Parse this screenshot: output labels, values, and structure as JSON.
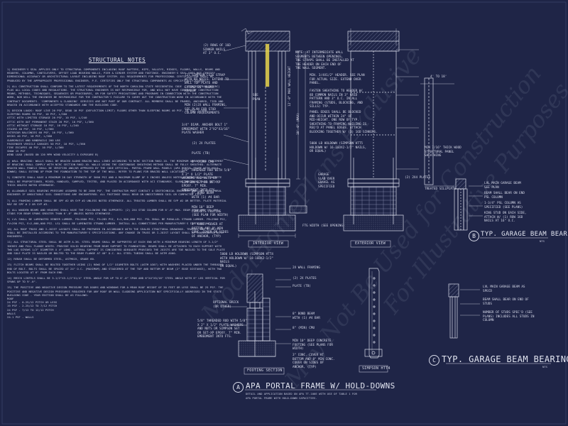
{
  "notes": {
    "title": "STRUCTURAL NOTES",
    "items": [
      "1) ENGINEER'S SEAL APPLIES ONLY TO STRUCTURAL COMPONENTS INCLUDING ROOF RAFTERS, HIPS, VALLEYS, RIDGES, FLOORS, WALLS, BEAMS AND HEADERS, COLUMNS, CANTILEVERS, OFFSET LOAD BEARING WALLS, PIER & GIRDER SYSTEM AND FOOTINGS. ENGINEER'S SEAL DOES NOT CERTIFY DIMENSIONAL ACCURACY OR ARCHITECTURAL LAYOUT INCLUDING ROOF SYSTEM. ALL REQUIREMENTS FOR PROFESSIONAL CERTIFICATION SHALL BE PRODUCED BY THE APPROPRIATE PROFESSIONAL ENGINEER, P.E. CERTIFIES ONLY THE STRUCTURAL COMPONENTS AS SPECIFICALLY STATED.",
      "2) ALL CONSTRUCTION SHALL CONFORM TO THE LATEST REQUIREMENTS OF THE NORTH CAROLINA STATE RESIDENTIAL CODE - YEAR EDITION (NCSRC) PLUS ALL LOCAL CODES AND REGULATIONS. THE STRUCTURAL ENGINEER IS NOT RESPONSIBLE FOR, AND WILL NOT HAVE CONTROL OF CONSTRUCTION MEANS, METHODS, TECHNIQUES, SEQUENCES OR PROCEDURES, OR FOR SAFETY PRECAUTIONS AND PROGRAMS IN CONNECTION WITH THE CONSTRUCTION WORK, NOR WILL THE ENGINEER BE RESPONSIBLE FOR THE CONTRACTOR'S FAILURE TO CARRY OUT THE CONSTRUCTION WORK IN ACCORDANCE WITH THE CONTRACT DOCUMENTS. 'COMPONENTS & CLADDING' SERVICES ARE NOT PART OF OUR CONTRACT. ALL MEMBERS SHALL BE FRAMED, ANCHORED, TIED AND BRACED IN ACCORDANCE WITH ACCEPTED STANDARDS AND THE BUILDING CODE.",
      "3) DESIGN LOADS: ROOF LIVE 20 PSF, DEAD 10 PSF (DEFLECTION LIMIT) FLOORS OTHER THAN SLEEPING ROOMS 40 PSF, 10 PSF, L/360\nSLEEPING ROOMS 30 PSF, 10 PSF, L/360\nATTIC WITH LIMITED STORAGE 20 PSF, 10 PSF, L/240\nATTIC WITH OUT PERMANENT STAIR 20 PSF, 10 PSF, L/360\nATTIC WITHOUT STORAGE 10 PSF, 10 PSF, L/240\nSTAIRS 40 PSF, 10 PSF, L/360\nEXTERIOR BALCONIES 60 PSF, 10 PSF, L/360\nDECKS 40 PSF, 10 PSF, L/360\nGUARDRAILS AND HANDRAILS 200 LBS\nPASSENGER VEHICLE GARAGES 50 PSF, 10 PSF, L/360\nFIRE ESCAPES 40 PSF, 10 PSF, L/360\nSNOW 15 PSF\nWIND LOAD (BASED ON 120 MPH WIND VELOCITY & EXPOSURE B)",
      "4) WALL BRACING: WALLS SHALL BE BRACED ALONG BRACED WALL LINES ACCORDING TO NCRC SECTION R602.10. THE MINIMUM AMOUNT AND PLACEMENT OF BRACING SHALL COMPLY WITH NCRC SECTION R602.10. WALLS USING THE CONTINUOUS SHEATHING METHOD SHALL BE FULLY SHEATHED. ALTERNATE BRACED WALL PANELS SHALL BE VERIFIED AND/OR APPROVED BY THE CODE OFFICIAL. PORTAL FRAME WALL PANELS (APA PORTAL FRAME WITH HOLD-DOWNS) SHALL EXTEND UP FROM THE FOUNDATION TO THE TOP OF THE WALL. REFER TO PLANS FOR BRACED WALL LOCATIONS.",
      "5) CONCRETE SHALL HAVE A MINIMUM 28 DAY STRENGTH OF 3000 PSI AND A MAXIMUM SLUMP OF 5 INCHES UNLESS NOTED OTHERWISE. ALL CONCRETE SHALL BE PROPORTIONED, MIXED, HANDLED, SAMPLED, TESTED, AND PLACED IN ACCORDANCE WITH ACI STANDARDS. SLABS ON GRADE SHALL BE 4\" THICK UNLESS NOTED OTHERWISE.",
      "6) ALLOWABLE SOIL BEARING PRESSURE ASSUMED TO BE 2000 PSF. THE CONTRACTOR MUST CONTACT A GEOTECHNICAL ENGINEER AND THE STRUCTURAL ENGINEER IF UNSUITABLE SOIL CONDITIONS ARE ENCOUNTERED. ALL FOOTINGS SHALL BEAR ON UNDISTURBED SOIL OR COMPACTED FILL.",
      "7) ALL FRAMING LUMBER SHALL BE SPF #2 OR SYP #2 UNLESS NOTED OTHERWISE. ALL TREATED LUMBER SHALL BE SYP #2 OR BETTER. PLATE MATERIAL MAY BE SPF # 2 OR SYP #3.",
      "8) ALL WOODEN BEAMS AND HEADERS SHALL HAVE THE FOLLOWING END SUPPORTS: (2) 2x4 STUD COLUMN FOR 6'-0\" MAX. BEAM SPAN AND (3) 2x4 STUDS FOR BEAM SPANS GREATER THAN 6'-0\" UNLESS NOTED OTHERWISE.",
      "9) LVL SHALL BE LAMINATED VENEER LUMBER. Fb=2600 PSI, Fv=285 PSI, E=1,900,000 PSI. PSL SHALL BE PARALLEL STRAND LUMBER. Fb=2900 PSI, Fv=290 PSI, E=2,000,000 PSI. LSL SHALL BE LAMINATED STRAND LUMBER. INSTALL ALL CONNECTIONS PER MANUFACTURER'S INSTRUCTIONS.",
      "10) ALL ROOF TRUSS AND I-JOIST LAYOUTS SHALL BE PREPARED IN ACCORDANCE WITH THE SEALED STRUCTURAL DRAWINGS. TRUSSES AND I-JOISTS SHALL BE INSTALLED ACCORDING TO THE MANUFACTURER'S SPECIFICATIONS. ANY CHANGE IN TRUSS OR I-JOIST LAYOUT SHALL BE COORDINATED WITH ENGINEERS.",
      "11) ALL STRUCTURAL STEEL SHALL BE ASTM A-36. STEEL BEAMS SHALL BE SUPPORTED AT EACH END WITH A MINIMUM BEARING LENGTH OF 3-1/2\" INCHES AND FULL FLANGE WIDTH. PROVIDE SOLID BEARING FROM BEAM SUPPORT TO FOUNDATION. BEAMS SHALL BE ATTACHED TO EACH SUPPORT WITH TWO LAG SCREWS 1/2\" DIAMETER x 4\" LONG. LATERAL SUPPORT IS CONSIDERED ADEQUATE PROVIDED THE JOISTS ARE TOE NAILED TO THE SOLE PLATE AND SOLE PLATE IS NAILED OR BOLTED TO THE BEAM FLANGE AT 48\" O.C. ALL STEEL TUBING SHALL BE ASTM A500.",
      "12) REBAR SHALL BE DEFORMED STEEL, ASTM615, GRADE 60.",
      "13) FLITCH BEAMS SHALL BE BOLTED TOGETHER USING (2) ROWS OF 1/2\" DIAMETER BOLTS (ASTM A307) WITH WASHERS PLACED UNDER THE THREADED END OF BOLT. BOLTS SHALL BE SPACED AT 24\" O.C. (MAXIMUM) AND STAGGERED AT THE TOP AND BOTTOM OF BEAM (2\" EDGE DISTANCE), WITH TWO BOLTS LOCATED AT 6\" FROM EACH END.",
      "14) BRICK LINTELS SHALL BE 3-1/2\"x3-1/2\"x1/4\" STEEL ANGLE FOR UP TO 6'-0\" SPAN AND 6\"x4\"x5/16\" STEEL ANGLE WITH 6\" LEG VERTICAL FOR SPANS UP TO 9'-0\".",
      "15) THE POSITIVE AND NEGATIVE DESIGN PRESSURE FOR DOORS AND WINDOWS FOR A MEAN ROOF HEIGHT OF 30 FEET OR LESS SHALL BE 25 PSF. THE POSITIVE AND NEGATIVE DESIGN PRESSURES REQUIRED FOR ANY ROOF OR WALL CLADDING APPLICATION NOT SPECIFICALLY ADDRESSED IN THE STATE BUILDING CODE - YEAR EDITION SHALL BE AS FOLLOWS:\nROOF\n24 PSF - 0-25/12 PITCH OR LESS\n19 PSF - 2.25/12 TO 7/12 PITCH\n24 PSF - 7/12 TO 12/12 PITCH\nWALLS\n24.1 PSF - WALLS"
    ]
  },
  "interior_view": {
    "caption": "INTERIOR VIEW",
    "labels": {
      "sinker_nails": "(2) ROWS OF 16d\nSINKER NAILS\nAT 3\" O.C.",
      "strap": "(2) SIMPSON CS16 STRAP\nWITH 8d NAILS. EXTEND TO\nWALL TOP PLATE AND\nEXTEND 20\" UNDER\nHEADER",
      "framing": "MIN (2)2x WALL FRAMING,\nSEE PLAN FOR STUD\nCOLUMN REQUIREMENTS",
      "anchor_bolt": "3/4\" DIAM. ANCHOR BOLT 1\"\nEMBEDMENT WITH 2\"x2\"x3/16\"\nPLATE WASHER",
      "plates_2x4": "(2) 2x PLATES",
      "plate_tb": "PLATE (TB)",
      "cmu": "8\" (MIN) CMU",
      "rebar": "#4 REBAR WITH\n(2) #4 BAR",
      "threaded_rod": "5/8\" THREADED ROD WITH 5/8\"\nx 2\" x 1/2\" PLATE\nWASHERS AND NUTS OR\nSIMPSON SET OR SET-XP\nEPOXY. 7\" MIN.\nEMBEDMENT INTO FTG.",
      "bond_beam": "8\" BOND BEAM\nWITH (1) #4 BAR",
      "footing": "MIN 10\" DEEP\nCONCRETE FOOTING\n(SEE PLAN FOR WIDTH)",
      "cover": "3\" CONC. COVER AT\nBOTTOM AND 8\" MIN\nCONC. COVER ON SIDES\nOF ANCHOR, (TYP)",
      "see_plan": "SEE\nPLAN",
      "header_len": "12'-0\" MAX WALL HEIGHT",
      "height_dim": "10'-0\" (MAX)",
      "garage_slab": "GARAGE\nSLAB OVER\nGRAVEL AS\nSPECIFIED",
      "ftg_width": "FTG WIDTH (SEE OPENING)"
    }
  },
  "exterior_view": {
    "caption": "EXTERIOR VIEW",
    "labels": {
      "note": "NOTE: AT INTERMEDIATE WALL\nSEGMENTS BETWEEN OPENINGS,\nTHE STRAPS SHALL BE INSTALLED AT\nTHE HEADER ON EACH END OF\nTHE WALL SEGMENT.",
      "sheathing": "MIN. 3/4x1/2\" HEADER. SEE PLAN\nFOR ACTUAL SIZE. EXTEND OVER\nPANEL.",
      "fasten": "FASTEN SHEATHING TO HEADER W/\n8d COMMON NAILS IN 3\" GRID\nPATTERN AND 3\" O.C. IN ALL\nFRAMING (STUDS, BLOCKING, AND\nSILLS) TYP.",
      "blocked": "PANEL EDGES SHALL BE BLOCKED\nAND OCCUR WITHIN 24\" OF\nMID-HEIGHT. ONE ROW OF TYP.\nSHEATHING-TO-FRAMING NAILING IS\nREQ'D AT PANEL EDGES. ATTACH\nBLOCKING TOGETHER W/ (3) 16d SINKERS.",
      "holdown": "5000 LB HOLDOWN (SIMPSON HTT5\nHOLDOWN W/ 16-16dx2-1/2\" NAILS,\nOR EQUAL)",
      "plates": "(2) 2x4 PLATES",
      "dim_top": "4' TO 18'",
      "osb": "MIN 7/16\" THICK WOOD\nSTRUCTURAL PANEL\nSHEATHING",
      "treated": "TREATED SILLPLATE"
    }
  },
  "footing_section": {
    "caption": "FOOTING SECTION",
    "labels": {
      "holdown": "5000 LB HOLDOWN (SIMPSON HTT4\nWITH HOLDOWN W/ 18-16dx2-1/2\"\nNAILS\nOR EQUAL)",
      "wall_framing": "2x WALL FRAMING",
      "plates": "(2) 2x PLATES",
      "plate_tb": "PLATE (TB)",
      "optional_brick": "OPTIONAL BRICK\n(OR OTHER)",
      "bond_beam": "8\" BOND BEAM\nWITH (1) #4 BAR",
      "cmu": "8\" (MIN) CMU",
      "threaded_rod": "5/8\" THREADED ROD WITH 5/8\"\nx 2\" x 1/2\" PLATE WASHERS\nAND NUTS OR SIMPSON SET\nOR SET-XP EPOXY. 7\" MIN.\nEMBEDMENT INTO FTG.",
      "footing": "MIN 10\" DEEP CONCRETE\nFOOTING (SEE PLANS FOR\nWIDTH)",
      "cover": "3\" CONC. COVER AT\nBOTTOM AND 8\" MIN CONC.\nCOVER ON SIDES OF\nANCHOR, (TYP)"
    }
  },
  "simpson": {
    "caption": "SIMPSON HTT4"
  },
  "beam_bearing_b": {
    "callout": "B",
    "title": "TYP. GARAGE BEAM BEARING",
    "scale": "NTS",
    "labels": {
      "lvl": "LVL MAIN GARAGE BEAM\nSEE PLAN",
      "end": "BEAM SHALL BEAR ON END\nPSL COLUMN",
      "psl": "1-3/4\" PSL COLUMN AS\nSPECIFIED (SEE PLANS)",
      "king": "KING STUD ON EACH SIDE,\nATTACH W/ (1) ROW 16d\nNAILS AT 16\" O.C."
    }
  },
  "beam_bearing_c": {
    "callout": "C",
    "title": "TYP. GARAGE BEAM BEARING",
    "scale": "NTS",
    "labels": {
      "lvl": "LVL MAIN GARAGE BEAM AS\nSPECD",
      "end": "BEAM SHALL BEAR ON END OF\nSTUDS",
      "studs": "NUMBER OF STUDS SPEC'D (SEE\nPLANS) INCLUDES ALL STUDS IN\nCOLUMN"
    }
  },
  "portal": {
    "callout": "A",
    "title": "APA PORTAL FRAME W/ HOLD-DOWNS",
    "sub1": "DETAIL AND APPLICATION BASED ON APA TT-100E WITH USE OF TABLE 1 FOR",
    "sub2": "APA PORTAL FRAME WITH HOLD-DOWN CAPACITIES."
  },
  "watermarks": [
    "ModelHomePlans Exclusive",
    "May Not Be Used for Construction",
    "For Illustrative Purposes"
  ],
  "colors": {
    "background": "#1f2547",
    "line": "#d9dcea",
    "hatch": "#8f95b8",
    "accent_yellow": "#e8d44d"
  }
}
